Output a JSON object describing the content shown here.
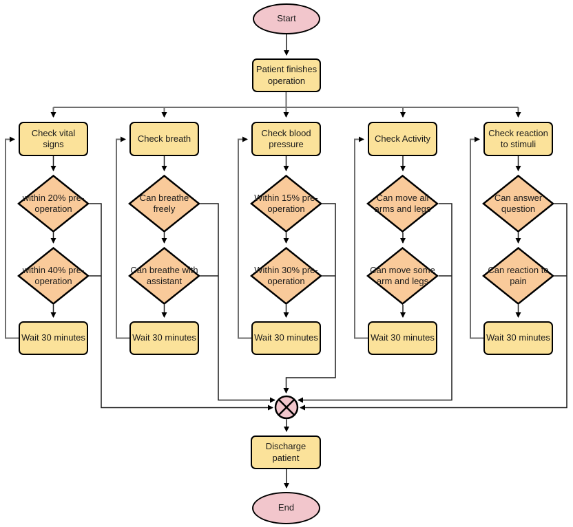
{
  "diagram": {
    "nodes": {
      "start": "Start",
      "operation": "Patient finishes operation",
      "discharge": "Discharge patient",
      "end": "End"
    },
    "columns": [
      {
        "check": "Check vital signs",
        "decision1": "within 20% pre-operation",
        "decision2": "within 40% pre-operation",
        "wait": "Wait 30 minutes"
      },
      {
        "check": "Check breath",
        "decision1": "Can breathe freely",
        "decision2": "Can breathe with assistant",
        "wait": "Wait 30 minutes"
      },
      {
        "check": "Check blood pressure",
        "decision1": "Within 15% pre-operation",
        "decision2": "Within 30% pre-operation",
        "wait": "Wait 30 minutes"
      },
      {
        "check": "Check Activity",
        "decision1": "Can move all arms and legs",
        "decision2": "Can move some arm and legs",
        "wait": "Wait 30 minutes"
      },
      {
        "check": "Check reaction to stimuli",
        "decision1": "Can answer question",
        "decision2": "Can reaction to pain",
        "wait": "Wait 30 minutes"
      }
    ],
    "junction": "merge-crossed-circle",
    "colors": {
      "terminal": "#f2c6cc",
      "process": "#fbe29a",
      "decision": "#f9ca9a",
      "border": "#000000",
      "connector": "#1c1c1c",
      "tree": "#6e6e6e"
    }
  }
}
